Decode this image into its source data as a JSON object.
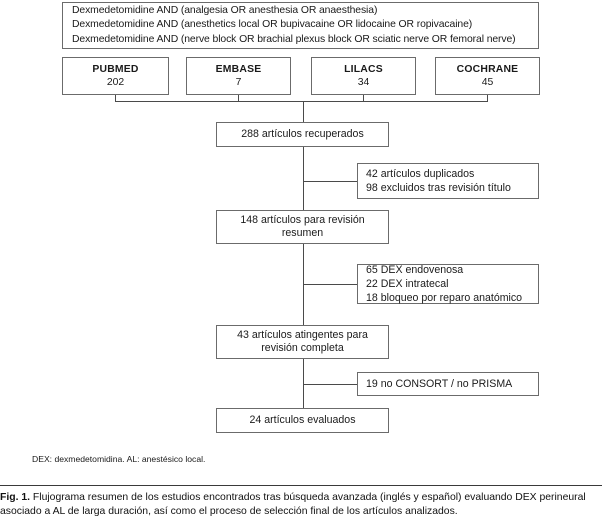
{
  "figure": {
    "query_box": {
      "lines": [
        "Dexmedetomidine AND (analgesia OR anesthesia OR anaesthesia)",
        "Dexmedetomidine AND (anesthetics local OR bupivacaine OR lidocaine OR ropivacaine)",
        "Dexmedetomidine AND (nerve block OR brachial plexus block OR sciatic nerve OR femoral nerve)"
      ]
    },
    "databases": [
      {
        "name": "PUBMED",
        "count": "202"
      },
      {
        "name": "EMBASE",
        "count": "7"
      },
      {
        "name": "LILACS",
        "count": "34"
      },
      {
        "name": "COCHRANE",
        "count": "45"
      }
    ],
    "stages": [
      {
        "id": "retrieved",
        "line1": "288 artículos recuperados",
        "line2": ""
      },
      {
        "id": "abstract",
        "line1": "148 artículos para revisión",
        "line2": "resumen"
      },
      {
        "id": "full",
        "line1": "43 artículos atingentes para",
        "line2": "revisión completa"
      },
      {
        "id": "evaluated",
        "line1": "24 artículos evaluados",
        "line2": ""
      }
    ],
    "exclusions": [
      {
        "id": "dupes",
        "lines": [
          "42 artículos duplicados",
          "98 excluidos tras revisión título"
        ]
      },
      {
        "id": "dex",
        "lines": [
          "65 DEX endovenosa",
          "22 DEX intratecal",
          "18 bloqueo por reparo anatómico"
        ]
      },
      {
        "id": "consort",
        "lines": [
          "19 no CONSORT / no PRISMA"
        ]
      }
    ],
    "footnote": "DEX: dexmedetomidina. AL: anestésico local.",
    "caption": {
      "label": "Fig. 1.",
      "text": "  Flujograma resumen de los estudios encontrados tras búsqueda avanzada (inglés y español) evaluando DEX perineural asociado a AL de larga duración, así como el proceso de selección final de los artículos analizados."
    },
    "colors": {
      "box_border": "#6b6b6b",
      "line": "#4a4a4a",
      "text": "#1a1a1a",
      "background": "#ffffff"
    }
  }
}
